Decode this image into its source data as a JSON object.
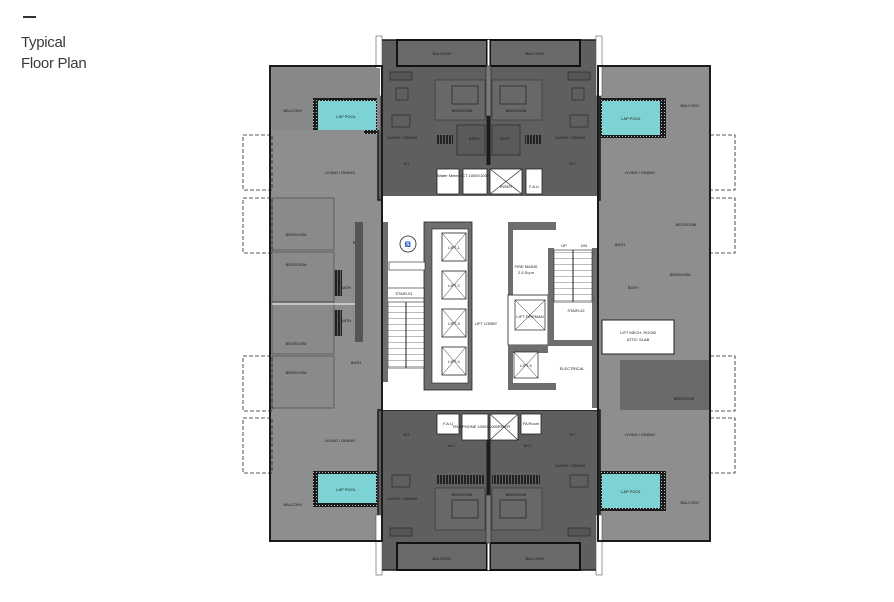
{
  "heading": {
    "dash": "—",
    "line1": "Typical",
    "line2": "Floor Plan"
  },
  "colors": {
    "unit_dark": "#5a5a5a",
    "unit_mid": "#7d7d7d",
    "unit_light": "#8e8e8e",
    "core_white": "#ffffff",
    "wall": "#1b1b1b",
    "pool": "#7dd3d4",
    "core_wall": "#6b6b6b"
  },
  "labels": {
    "balcony": "BALCONY",
    "lap_pool": "LAP POOL",
    "living_dining": "LIVING / DINING",
    "bedroom": "BEDROOM",
    "bath": "BATH",
    "kitchen": "KIT.",
    "wc": "W.C.",
    "water_meter": "Water Meter",
    "ict": "ICT 1000X1000",
    "riser": "RISER",
    "ahu": "F.A.U",
    "lift_1": "LIFT-1",
    "lift_2": "LIFT-2",
    "lift_3": "LIFT-3",
    "lift_4": "LIFT-4",
    "lift_5": "LIFT-5",
    "lift_fireman": "LIFT FIREMAN",
    "lift_lobby": "LIFT LOBBY",
    "fire_mains": "FIRE MAINS",
    "fire_mains_sub": "2.5 Sq.m",
    "stair_01": "STAIR-01",
    "stair_02": "STAIR-02",
    "electrical": "ELECTRICAL",
    "lift_mech": "LIFT MECH. ROOM",
    "attic_slab": "ATTIC SLAB",
    "telephone": "TELEPHONE 1000X1000",
    "fa_room": "FA Room",
    "up": "UP",
    "dn": "DN"
  }
}
